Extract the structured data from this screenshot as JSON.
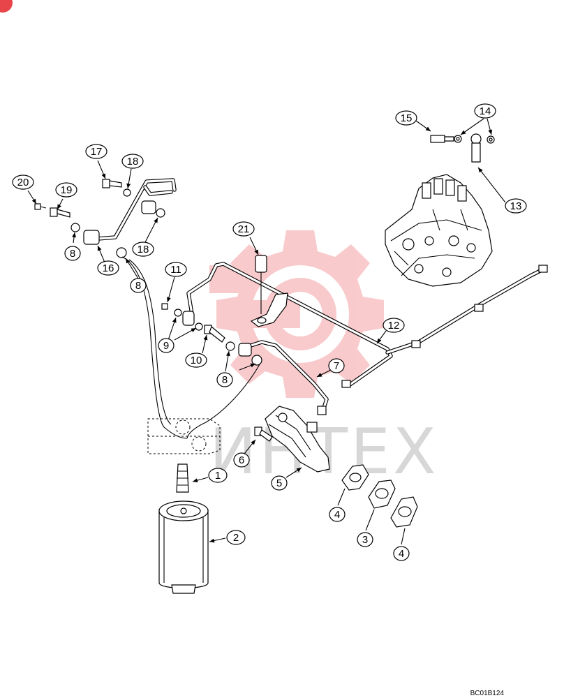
{
  "diagram": {
    "reference_code": "BC01B124",
    "watermark_text": "ИНТЕХ",
    "watermark_color": "#e8454a",
    "callouts": [
      {
        "id": "c1",
        "text": "1"
      },
      {
        "id": "c2",
        "text": "2"
      },
      {
        "id": "c3",
        "text": "3"
      },
      {
        "id": "c4a",
        "text": "4"
      },
      {
        "id": "c4b",
        "text": "4"
      },
      {
        "id": "c5",
        "text": "5"
      },
      {
        "id": "c6",
        "text": "6"
      },
      {
        "id": "c7",
        "text": "7"
      },
      {
        "id": "c8a",
        "text": "8"
      },
      {
        "id": "c8b",
        "text": "8"
      },
      {
        "id": "c8c",
        "text": "8"
      },
      {
        "id": "c9",
        "text": "9"
      },
      {
        "id": "c10",
        "text": "10"
      },
      {
        "id": "c11",
        "text": "11"
      },
      {
        "id": "c12",
        "text": "12"
      },
      {
        "id": "c13",
        "text": "13"
      },
      {
        "id": "c14",
        "text": "14"
      },
      {
        "id": "c15",
        "text": "15"
      },
      {
        "id": "c16",
        "text": "16"
      },
      {
        "id": "c17",
        "text": "17"
      },
      {
        "id": "c18a",
        "text": "18"
      },
      {
        "id": "c18b",
        "text": "18"
      },
      {
        "id": "c19",
        "text": "19"
      },
      {
        "id": "c20",
        "text": "20"
      },
      {
        "id": "c21",
        "text": "21"
      }
    ]
  }
}
